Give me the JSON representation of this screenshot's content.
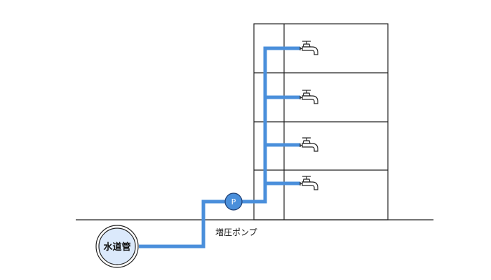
{
  "labels": {
    "water_main": "水道管",
    "pump_symbol": "P",
    "pump_label": "増圧ポンプ"
  },
  "colors": {
    "pipe": "#4a8fdb",
    "pump_fill": "#4a8fdb",
    "main_fill": "#dbe9fb",
    "line": "#222222"
  },
  "building": {
    "floors": 4,
    "faucets_per_floor": 1
  },
  "icons": [
    "faucet-icon",
    "pump-icon",
    "water-main-icon"
  ]
}
